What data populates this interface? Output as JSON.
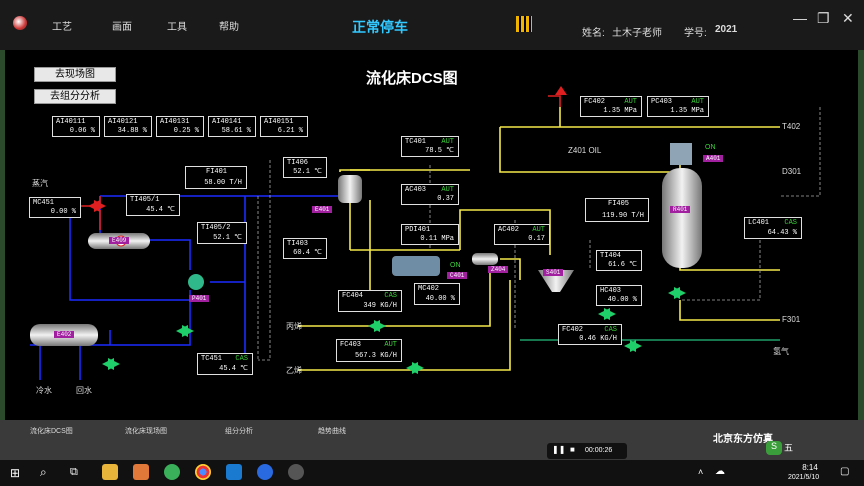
{
  "header": {
    "menus": [
      "工艺",
      "画面",
      "工具",
      "帮助"
    ],
    "title": "正常停车",
    "name_label": "姓名:",
    "name_value": "土木子老师",
    "id_label": "学号:",
    "id_value": "2021",
    "window_controls": [
      "—",
      "❐",
      "✕"
    ]
  },
  "nav": {
    "goto_field": "去现场图",
    "goto_analysis": "去组分分析"
  },
  "diagram": {
    "title": "流化床DCS图",
    "analyzers": [
      {
        "tag": "AI40111",
        "value": "0.06 %"
      },
      {
        "tag": "AI40121",
        "value": "34.88 %"
      },
      {
        "tag": "AI40131",
        "value": "0.25 %"
      },
      {
        "tag": "AI40141",
        "value": "58.61 %"
      },
      {
        "tag": "AI40151",
        "value": "6.21 %"
      }
    ],
    "instruments": {
      "fc402": {
        "tag": "FC402",
        "mode": "AUT",
        "value": "1.35 MPa"
      },
      "pc403": {
        "tag": "PC403",
        "mode": "AUT",
        "value": "1.35 MPa"
      },
      "tc401": {
        "tag": "TC401",
        "mode": "AUT",
        "value": "78.5 ℃"
      },
      "fi401": {
        "tag": "FI401",
        "value": "58.00 T/H"
      },
      "ti406": {
        "tag": "TI406",
        "value": "52.1 ℃"
      },
      "mc451": {
        "tag": "MC451",
        "value": "0.00 %"
      },
      "ti405_1": {
        "tag": "TI405/1",
        "value": "45.4 ℃"
      },
      "ti405_2": {
        "tag": "TI405/2",
        "value": "52.1 ℃"
      },
      "ac403": {
        "tag": "AC403",
        "mode": "AUT",
        "value": "0.37"
      },
      "pdi401": {
        "tag": "PDI401",
        "value": "0.11 MPa"
      },
      "ac402": {
        "tag": "AC402",
        "mode": "AUT",
        "value": "0.17"
      },
      "ti403": {
        "tag": "TI403",
        "value": "60.4 ℃"
      },
      "fi405": {
        "tag": "FI405",
        "value": "119.90 T/H"
      },
      "lc401": {
        "tag": "LC401",
        "mode": "CAS",
        "value": "64.43 %"
      },
      "ti404": {
        "tag": "TI404",
        "value": "61.6 ℃"
      },
      "mc402": {
        "tag": "MC402",
        "value": "40.00 %"
      },
      "hc403": {
        "tag": "HC403",
        "value": "40.00 %"
      },
      "fc404": {
        "tag": "FC404",
        "mode": "CAS",
        "value": "349 KG/H"
      },
      "fc402b": {
        "tag": "FC402",
        "mode": "CAS",
        "value": "0.46 KG/H"
      },
      "tc451": {
        "tag": "TC451",
        "mode": "CAS",
        "value": "45.4 ℃"
      },
      "fc403": {
        "tag": "FC403",
        "mode": "AUT",
        "value": "567.3 KG/H"
      }
    },
    "equipment": {
      "e401": "E401",
      "e409": "E409",
      "p401": "P401",
      "e402": "E402",
      "c401": "C401",
      "z404": "Z404",
      "s401": "S401",
      "a401": "A401",
      "r401": "R401"
    },
    "labels": {
      "steam": "蒸汽",
      "t402": "T402",
      "d301": "D301",
      "f301": "F301",
      "z401_oil": "Z401 OIL",
      "on1": "ON",
      "on2": "ON",
      "propylene": "丙烯",
      "ethylene": "乙烯",
      "hydrogen": "氢气",
      "cold_water": "冷水",
      "return_water": "回水"
    }
  },
  "bottom_tabs": [
    "流化床DCS图",
    "流化床现场图",
    "组分分析",
    "趋势曲线"
  ],
  "brand": "北京东方仿真",
  "player": {
    "time": "00:00:26"
  },
  "taskbar": {
    "clock_time": "8:14",
    "clock_date": "2021/5/10",
    "ime": "五"
  },
  "colors": {
    "accent": "#31c9ff",
    "pipe_blue": "#1a2cff",
    "pipe_yellow": "#f5e94a",
    "pipe_green": "#1fa06a",
    "pipe_red": "#e02020",
    "eq_tag": "#a020a0"
  }
}
